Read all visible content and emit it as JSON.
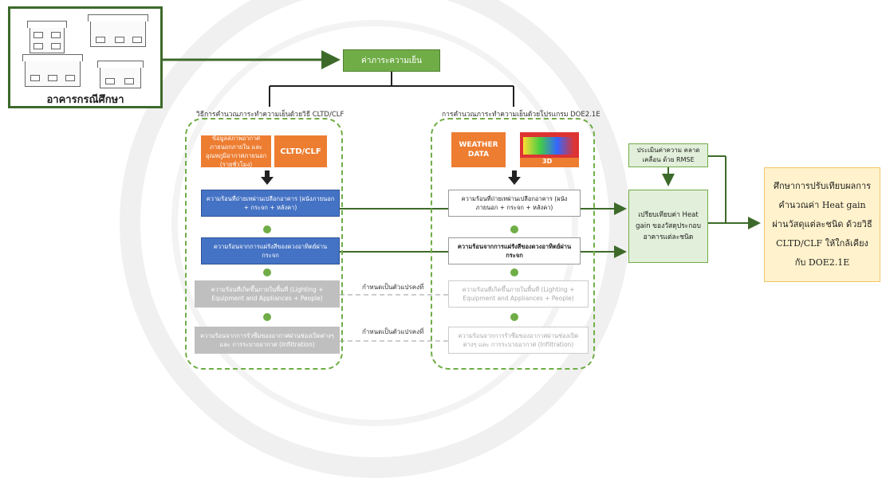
{
  "case_study": {
    "label": "อาคารกรณีศึกษา"
  },
  "cooling_load": {
    "label": "ค่าภาระความเย็น"
  },
  "left_group": {
    "title": "วิธีการคำนวณภาระทำความเย็นด้วยวิธี CLTD/CLF",
    "input_a": "ข้อมูลสภาพอากาศภายนอกภายใน และอุณหภูมิอากาศภายนอก (รายชั่วโมง)",
    "input_b": "CLTD/CLF",
    "step1": "ความร้อนที่ถ่ายเทผ่านเปลือกอาคาร (ผนังภายนอก + กระจก + หลังคา)",
    "step2": "ความร้อนจากการแผ่รังสีของดวงอาทิตย์ผ่าน กระจก",
    "step3": "ความร้อนที่เกิดขึ้นภายในพื้นที่ (Lighting + Equipment and Appliances + People)",
    "step4": "ความร้อนจากการรั่วซึมของอากาศผ่านช่องเปิดต่างๆ และ การระบายอากาศ (Infiltration)"
  },
  "right_group": {
    "title": "การคำนวณภาระทำความเย็นด้วยโปรแกรม DOE2.1E",
    "input_a": "WEATHER DATA",
    "input_b": "3D",
    "step1": "ความร้อนที่ถ่ายเทผ่านเปลือกอาคาร (ผนังภายนอก + กระจก + หลังคา)",
    "step2": "ความร้อนจากการแผ่รังสีของดวงอาทิตย์ผ่าน กระจก",
    "step3": "ความร้อนที่เกิดขึ้นภายในพื้นที่ (Lighting + Equipment and Appliances + People)",
    "step4": "ความร้อนจากการรั่วซึมของอากาศผ่านช่องเปิดต่างๆ และ การระบายอากาศ (Infiltration)"
  },
  "controlled_label_1": "กำหนดเป็นตัวแปรคงที่",
  "controlled_label_2": "กำหนดเป็นตัวแปรคงที่",
  "evaluate_box": "ประเมินค่าความ คลาดเคลื่อน ด้วย RMSE",
  "compare_box": "เปรียบเทียบค่า Heat gain ของวัสดุประกอบ อาคารแต่ละชนิด",
  "result_box": "ศึกษาการปรับเทียบผลการคำนวณค่า Heat gain ผ่านวัสดุแต่ละชนิด ด้วยวิธี CLTD/CLF ให้ใกล้เคียงกับ DOE2.1E",
  "colors": {
    "green": "#70ad47",
    "dark_green": "#3d6a2a",
    "orange": "#ed7d31",
    "blue": "#4472c4",
    "gray": "#bfbfbf",
    "result_fill": "#fff2cc"
  }
}
